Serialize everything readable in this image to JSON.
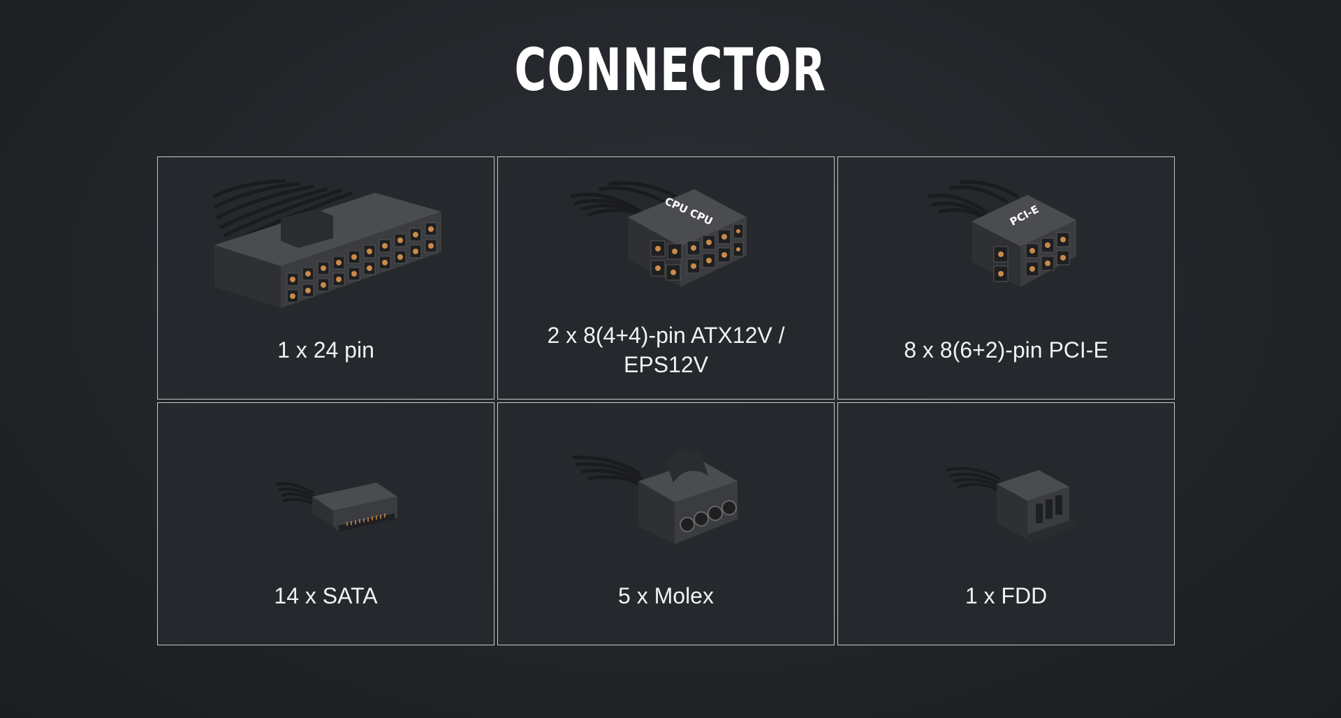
{
  "title": "CONNECTOR",
  "colors": {
    "background": "#24272b",
    "border": "#c8c9cb",
    "text": "#ffffff",
    "plastic": "#3a3c40",
    "pin": "#c98a4a"
  },
  "connectors": [
    {
      "label": "1 x 24 pin",
      "icon": "atx-24pin-connector-icon"
    },
    {
      "label": "2 x 8(4+4)-pin ATX12V / EPS12V",
      "icon": "cpu-8pin-connector-icon",
      "marking": "CPU CPU"
    },
    {
      "label": "8 x 8(6+2)-pin PCI-E",
      "icon": "pcie-8pin-connector-icon",
      "marking": "PCI-E"
    },
    {
      "label": "14 x SATA",
      "icon": "sata-connector-icon"
    },
    {
      "label": "5 x Molex",
      "icon": "molex-connector-icon"
    },
    {
      "label": "1 x FDD",
      "icon": "fdd-connector-icon"
    }
  ]
}
